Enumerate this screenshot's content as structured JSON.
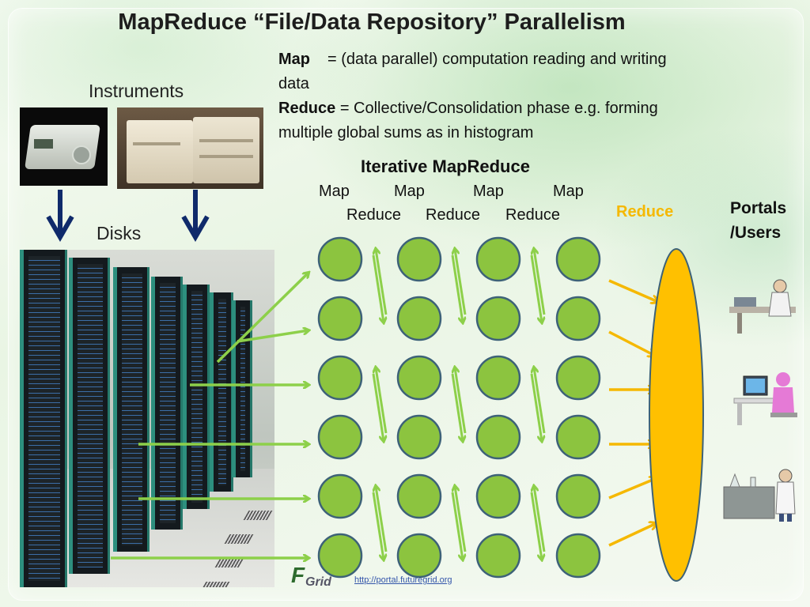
{
  "slide": {
    "title": "MapReduce “File/Data Repository” Parallelism",
    "definitions": {
      "map_term": "Map",
      "map_text": "= (data parallel) computation reading and writing data",
      "reduce_term": "Reduce",
      "reduce_text": "= Collective/Consolidation phase e.g. forming multiple global sums as in histogram"
    },
    "labels": {
      "instruments": "Instruments",
      "disks": "Disks",
      "iterative": "Iterative MapReduce",
      "map_row": [
        "Map",
        "Map",
        "Map",
        "Map"
      ],
      "reduce_row": [
        "Reduce",
        "Reduce",
        "Reduce"
      ],
      "final_reduce": "Reduce",
      "portals_line1": "Portals",
      "portals_line2": "/Users"
    },
    "footer": {
      "logo_big": "F",
      "logo_small": "Grid",
      "link_text": "http://portal.futuregrid.org"
    },
    "colors": {
      "node_fill": "#8cc43f",
      "node_stroke": "#3d6278",
      "green_arrow": "#8dd04a",
      "orange_arrow": "#f5b800",
      "ellipse_fill": "#ffc000",
      "navy_arrow": "#0f2a6b"
    },
    "diagram": {
      "node_columns": 4,
      "node_rows": 6,
      "disk_inputs": 6,
      "reduce_inputs": 6,
      "user_icons": [
        "engineer-at-desk-icon",
        "user-at-computer-icon",
        "scientist-at-lab-bench-icon"
      ]
    }
  }
}
